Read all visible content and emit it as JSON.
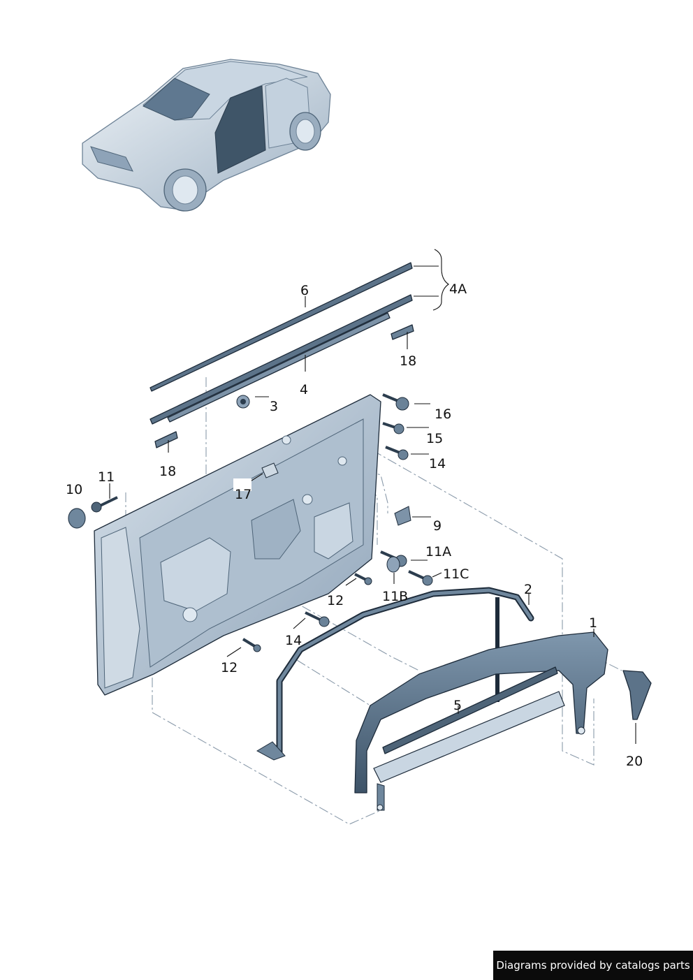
{
  "callouts": {
    "c1": "1",
    "c2": "2",
    "c3": "3",
    "c4": "4",
    "c4A": "4A",
    "c5": "5",
    "c6": "6",
    "c9": "9",
    "c10": "10",
    "c11": "11",
    "c11A": "11A",
    "c11B": "11B",
    "c11C": "11C",
    "c12a": "12",
    "c12b": "12",
    "c14a": "14",
    "c14b": "14",
    "c15": "15",
    "c16": "16",
    "c17": "17",
    "c18a": "18",
    "c18b": "18",
    "c20": "20"
  },
  "credit": {
    "text": "Diagrams provided by catalogs parts"
  },
  "colors": {
    "part_fill": "#b7c7d6",
    "part_dark": "#4e6478",
    "part_light": "#dfe8f0",
    "dash": "#8a9aaa"
  }
}
